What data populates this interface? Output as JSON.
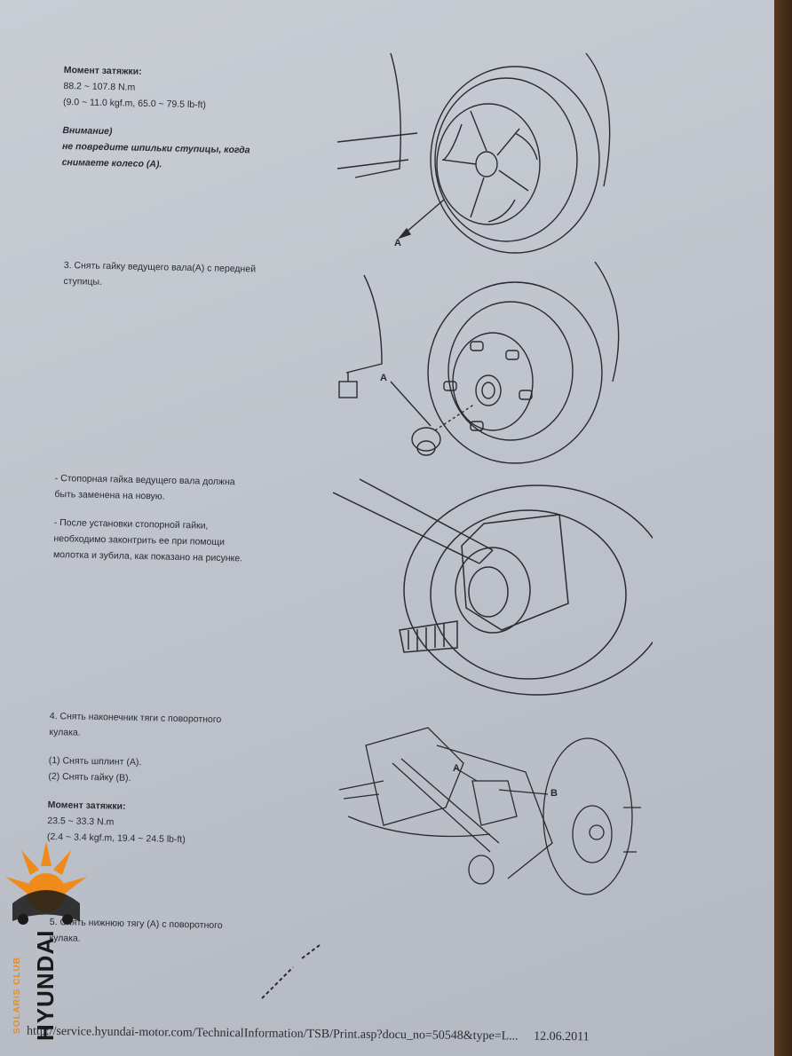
{
  "section1": {
    "torque_title": "Момент затяжки:",
    "torque_value": "88.2 ~ 107.8 N.m",
    "torque_alt": "(9.0 ~ 11.0 kgf.m, 65.0 ~ 79.5 lb-ft)",
    "warning_title": "Внимание)",
    "warning_line1": "не повредите шпильки ступицы, когда",
    "warning_line2": "снимаете колесо (A)."
  },
  "step3": {
    "line1": "3. Снять гайку ведущего вала(A) с передней",
    "line2": "ступицы."
  },
  "note1": {
    "line1": "- Стопорная гайка ведущего вала должна",
    "line2": "быть заменена на новую."
  },
  "note2": {
    "line1": "- После установки стопорной гайки,",
    "line2": "необходимо законтрить ее при помощи",
    "line3": "молотка и зубила, как показано на рисунке."
  },
  "step4": {
    "line1": "4. Снять наконечник тяги с поворотного",
    "line2": "кулака.",
    "sub1": "(1) Снять шплинт (A).",
    "sub2": "(2) Снять гайку (B).",
    "torque_title": "Момент затяжки:",
    "torque_value": "23.5 ~ 33.3 N.m",
    "torque_alt": "(2.4 ~ 3.4 kgf.m, 19.4 ~ 24.5 lb-ft)"
  },
  "step5": {
    "line1": "5. Снять нижнюю тягу (A) с поворотного",
    "line2": "кулака."
  },
  "figures": {
    "fig1_label": "A",
    "fig2_label": "A",
    "fig4_label_a": "A",
    "fig4_label_b": "B"
  },
  "footer": {
    "url": "http://service.hyundai-motor.com/TechnicalInformation/TSB/Print.asp?docu_no=50548&type=L...",
    "date": "12.06.2011"
  },
  "logo": {
    "brand": "HYUNDAI",
    "sub": "SOLARIS CLUB"
  },
  "colors": {
    "paper": "#c4c8cf",
    "ink": "#2a2a30",
    "logo_orange": "#f08a1a"
  }
}
